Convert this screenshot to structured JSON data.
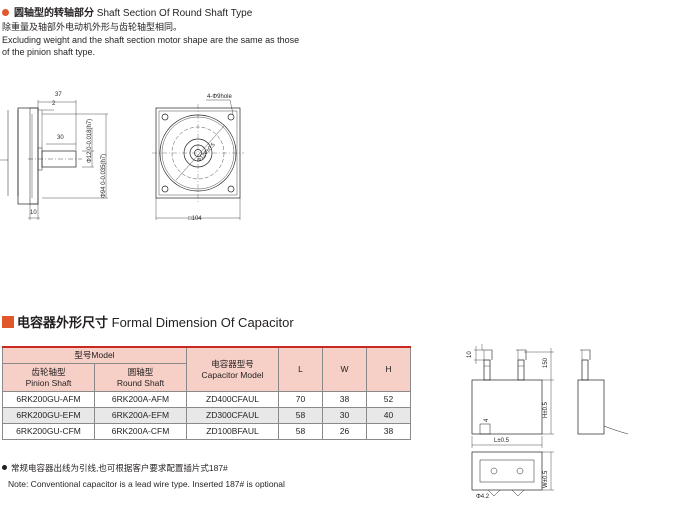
{
  "shaft_section": {
    "title_zh": "圆轴型的转轴部分",
    "title_en": "Shaft Section Of Round Shaft Type",
    "desc_zh": "除重量及轴部外电动机外形与齿轮轴型相同。",
    "desc_en_1": "Excluding weight and the shaft section motor shape are the same as those",
    "desc_en_2": "of the pinion shaft type.",
    "dims": {
      "d37": "37",
      "d2": "2",
      "d30": "30",
      "d10": "10",
      "shaft_dia": "Φ12 0-0.018(h7)",
      "flange_dia": "Φ94 0-0.035(h7)",
      "holes": "4-Φ9hole",
      "pcd": "Φ120±0.5",
      "square": "□104"
    }
  },
  "capacitor": {
    "title_zh": "电容器外形尺寸",
    "title_en": "Formal Dimension Of Capacitor",
    "header": {
      "model_group": "型号Model",
      "pinion_zh": "齿轮轴型",
      "pinion_en": "Pinion Shaft",
      "round_zh": "圆轴型",
      "round_en": "Round Shaft",
      "cap_zh": "电容器型号",
      "cap_en": "Capacitor Model",
      "L": "L",
      "W": "W",
      "H": "H"
    },
    "rows": [
      {
        "pinion": "6RK200GU-AFM",
        "round": "6RK200A-AFM",
        "cap": "ZD400CFAUL",
        "L": "70",
        "W": "38",
        "H": "52"
      },
      {
        "pinion": "6RK200GU-EFM",
        "round": "6RK200A-EFM",
        "cap": "ZD300CFAUL",
        "L": "58",
        "W": "30",
        "H": "40"
      },
      {
        "pinion": "6RK200GU-CFM",
        "round": "6RK200A-CFM",
        "cap": "ZD100BFAUL",
        "L": "58",
        "W": "26",
        "H": "38"
      }
    ],
    "note_zh": "常规电容器出线为引线,也可根据客户要求配置插片式187#",
    "note_en": "Note: Conventional capacitor is a lead wire type. Inserted 187# is optional",
    "drawing": {
      "d10": "10",
      "d150": "150",
      "h": "H±0.5",
      "d4": "4",
      "l": "L±0.5",
      "w": "W±0.5",
      "hole": "Φ4.2"
    }
  }
}
